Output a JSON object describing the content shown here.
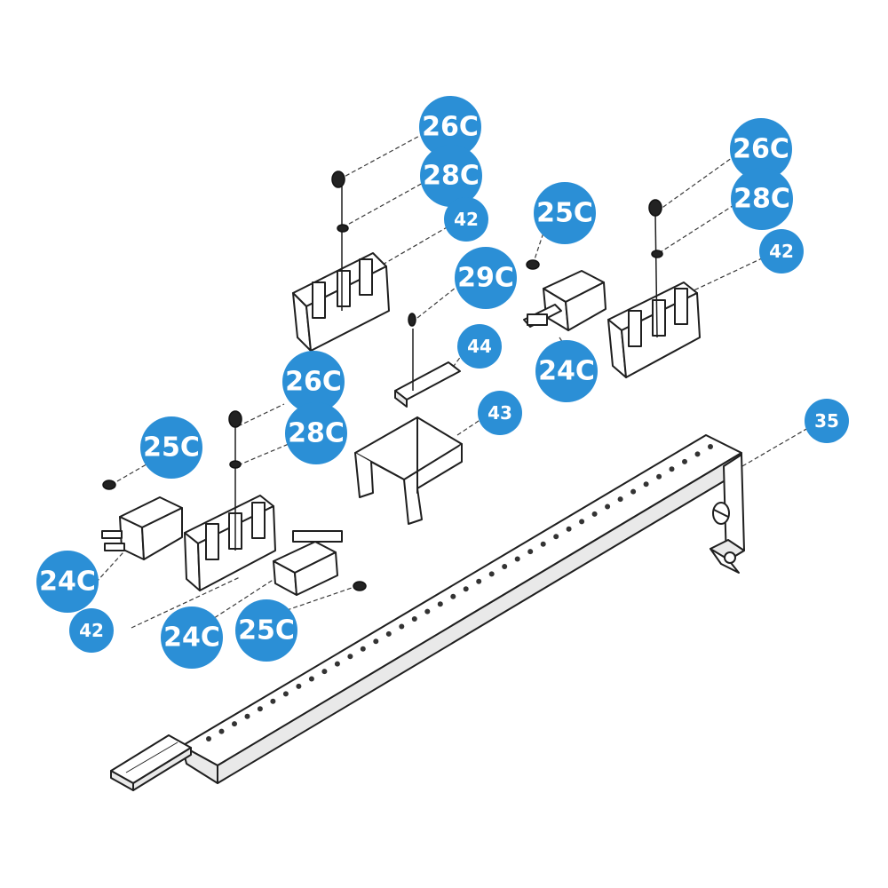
{
  "theme": {
    "callout_color": "#2b8fd6",
    "line_color": "#1f1f1f",
    "background": "#ffffff"
  },
  "callouts": [
    {
      "id": "c1",
      "label": "26C"
    },
    {
      "id": "c2",
      "label": "28C"
    },
    {
      "id": "c3",
      "label": "42"
    },
    {
      "id": "c4",
      "label": "25C"
    },
    {
      "id": "c5",
      "label": "29C"
    },
    {
      "id": "c6",
      "label": "26C"
    },
    {
      "id": "c7",
      "label": "28C"
    },
    {
      "id": "c8",
      "label": "42"
    },
    {
      "id": "c9",
      "label": "44"
    },
    {
      "id": "c10",
      "label": "24C"
    },
    {
      "id": "c11",
      "label": "26C"
    },
    {
      "id": "c12",
      "label": "43"
    },
    {
      "id": "c13",
      "label": "28C"
    },
    {
      "id": "c14",
      "label": "25C"
    },
    {
      "id": "c15",
      "label": "35"
    },
    {
      "id": "c16",
      "label": "24C"
    },
    {
      "id": "c17",
      "label": "42"
    },
    {
      "id": "c18",
      "label": "24C"
    },
    {
      "id": "c19",
      "label": "25C"
    }
  ]
}
